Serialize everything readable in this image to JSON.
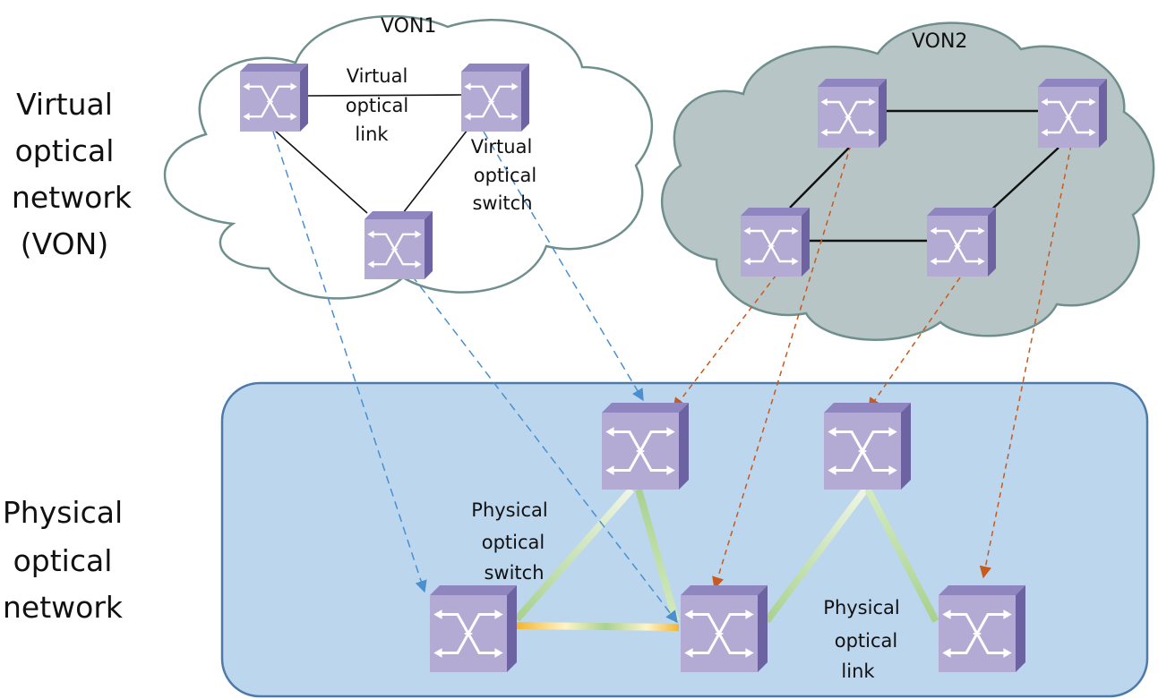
{
  "layer_labels": {
    "virtual": [
      "Virtual",
      "optical",
      "network",
      "(VON)"
    ],
    "physical": [
      "Physical",
      "optical",
      "network"
    ]
  },
  "clouds": {
    "von1": {
      "title": "VON1",
      "fill": "#ffffff",
      "stroke": "#6f8f8c"
    },
    "von2": {
      "title": "VON2",
      "fill": "#b8c5c6",
      "stroke": "#6f8f8c"
    }
  },
  "physical_panel": {
    "fill": "#bcd6ee",
    "stroke": "#4d7aa8"
  },
  "annotations": {
    "virtual_link": [
      "Virtual",
      "optical",
      "link"
    ],
    "virtual_switch": [
      "Virtual",
      "optical",
      "switch"
    ],
    "physical_switch": [
      "Physical",
      "optical",
      "switch"
    ],
    "physical_link": [
      "Physical",
      "optical",
      "link"
    ]
  },
  "icons": {
    "switch": "optical-switch-icon"
  },
  "colors": {
    "switch_front": "#b3abd4",
    "switch_top": "#8f86c0",
    "switch_side": "#6d63a3",
    "virtual_link": "#111111",
    "von1_mapping": "#4a8fd0",
    "von2_mapping": "#c9591c",
    "phys_link_orange": "#f2b630",
    "phys_link_green": "#a9d18e"
  }
}
